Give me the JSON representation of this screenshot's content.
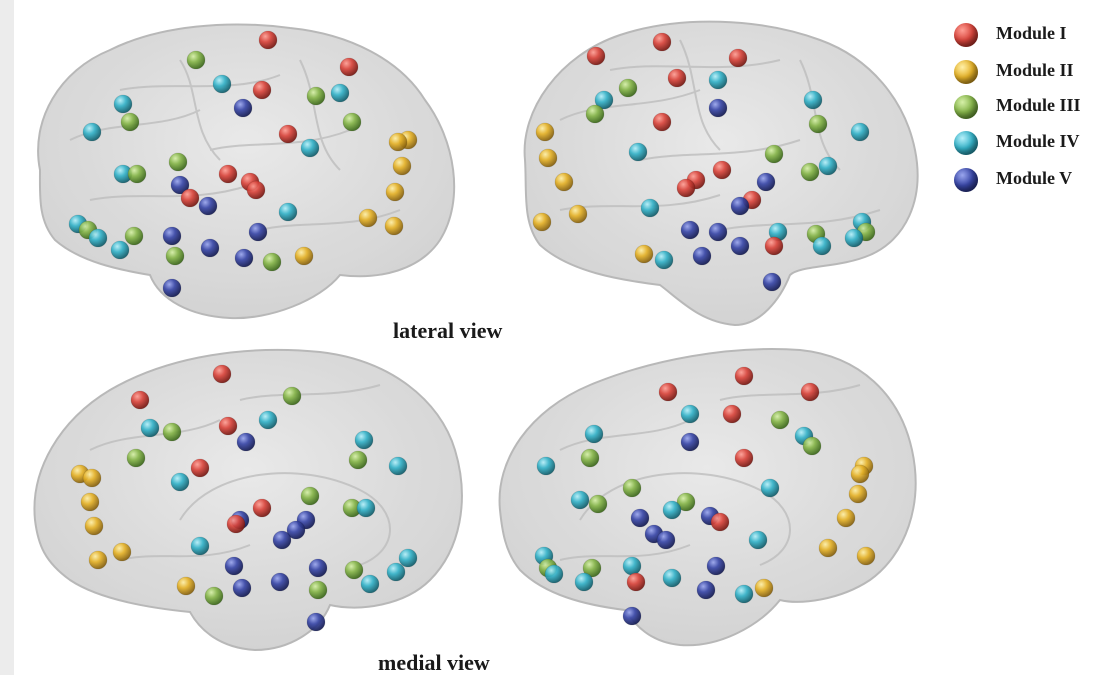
{
  "figure": {
    "views": {
      "lateral_label": "lateral view",
      "medial_label": "medial view"
    },
    "legend": [
      {
        "label": "Module I",
        "color": "#d9463d"
      },
      {
        "label": "Module II",
        "color": "#e6b32a"
      },
      {
        "label": "Module III",
        "color": "#86b54a"
      },
      {
        "label": "Module IV",
        "color": "#36b3c9"
      },
      {
        "label": "Module V",
        "color": "#3a48a8"
      }
    ],
    "brain_fill": "#d6d6d6",
    "brain_stroke": "#b8b8b8"
  }
}
